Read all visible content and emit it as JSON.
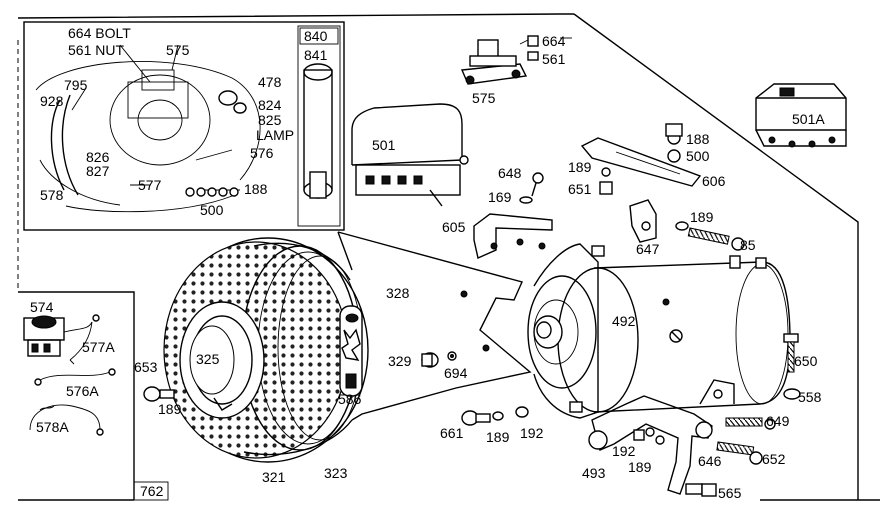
{
  "callouts": {
    "c664_bolt": "664 BOLT",
    "c561_nut": "561 NUT",
    "c575_inset": "575",
    "c795": "795",
    "c928": "928",
    "c826": "826",
    "c827": "827",
    "c578": "578",
    "c577": "577",
    "c500_inset": "500",
    "c188_inset": "188",
    "c478": "478",
    "c824": "824",
    "c825_lamp_num": "825",
    "c825_lamp_word": "LAMP",
    "c576": "576",
    "c840": "840",
    "c841": "841",
    "c501": "501",
    "c575": "575",
    "c664": "664",
    "c561": "561",
    "c501a": "501A",
    "c188": "188",
    "c500": "500",
    "c189_a": "189",
    "c651": "651",
    "c606": "606",
    "c648": "648",
    "c169": "169",
    "c605": "605",
    "c647": "647",
    "c189_b": "189",
    "c85": "85",
    "c328": "328",
    "c492": "492",
    "c325": "325",
    "c329": "329",
    "c694": "694",
    "c586": "586",
    "c574": "574",
    "c577a": "577A",
    "c576a": "576A",
    "c578a": "578A",
    "c653": "653",
    "c189_c": "189",
    "c650": "650",
    "c558": "558",
    "c661": "661",
    "c189_d": "189",
    "c192_a": "192",
    "c649": "649",
    "c192_b": "192",
    "c189_e": "189",
    "c652": "652",
    "c493": "493",
    "c646": "646",
    "c565": "565",
    "c321": "321",
    "c323": "323",
    "c762": "762"
  }
}
